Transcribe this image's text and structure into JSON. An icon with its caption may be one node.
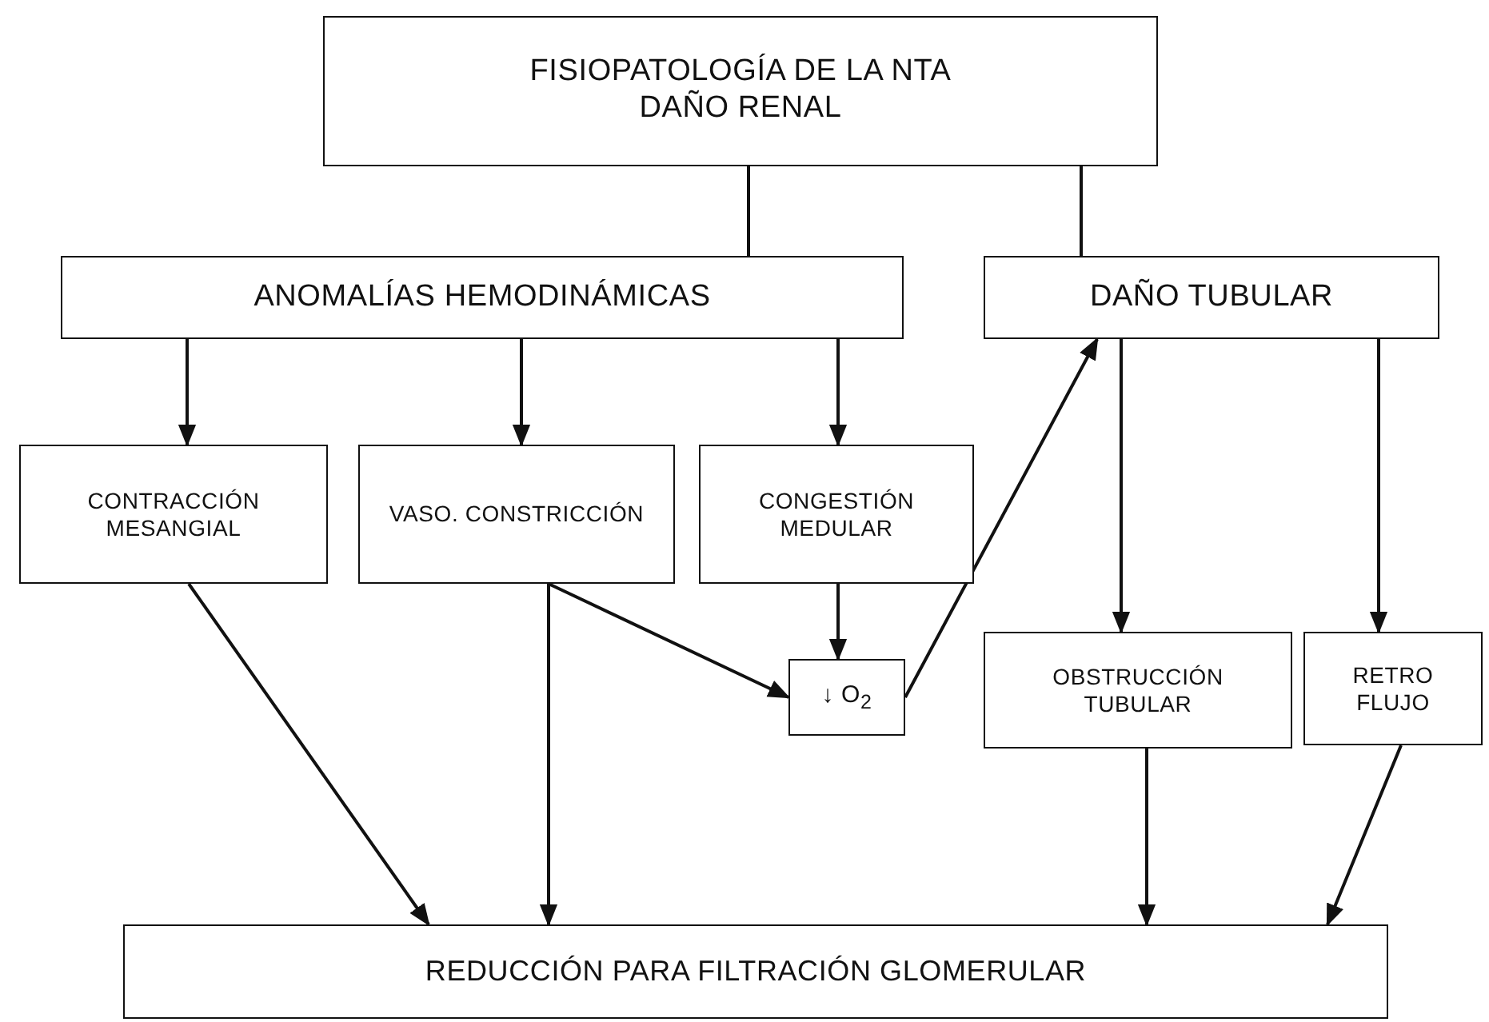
{
  "diagram": {
    "nodes": [
      {
        "text": [
          "FISIOPATOLOGÍA DE LA NTA DAÑO RENAL"
        ]
      },
      {
        "text": [
          "ANOMALÍAS HEMODINÁMICAS"
        ]
      },
      {
        "text": [
          "DAÑO TUBULAR"
        ]
      },
      {
        "text": [
          "CONTRACCIÓN MESANGIAL"
        ]
      },
      {
        "text": [
          "VASO. CONSTRICCIÓN"
        ]
      },
      {
        "text": [
          "CONGESTIÓN MEDULAR"
        ]
      },
      {
        "text": [
          "↓ O$_{2}$"
        ]
      },
      {
        "text": [
          "OBSTRUCCIÓN TUBULAR"
        ]
      },
      {
        "text": [
          "RETRO FLUJO"
        ]
      },
      {
        "text": [
          "REDUCCIÓN PARA FILTRACIÓN GLOMERULAR"
        ]
      }
    ],
    "edges": [
      {
        "from": 0,
        "to": 1,
        "arrow": "none"
      },
      {
        "from": 0,
        "to": 2,
        "arrow": "none"
      },
      {
        "from": 1,
        "to": 3,
        "arrow": "to"
      },
      {
        "from": 1,
        "to": 4,
        "arrow": "to"
      },
      {
        "from": 1,
        "to": 5,
        "arrow": "to"
      },
      {
        "from": 5,
        "to": 6,
        "arrow": "to"
      },
      {
        "from": 4,
        "to": 6,
        "arrow": "to"
      },
      {
        "from": 6,
        "to": 2,
        "arrow": "to"
      },
      {
        "from": 2,
        "to": 7,
        "arrow": "to"
      },
      {
        "from": 2,
        "to": 8,
        "arrow": "to"
      },
      {
        "from": 3,
        "to": 9,
        "arrow": "to"
      },
      {
        "from": 4,
        "to": 9,
        "arrow": "to"
      },
      {
        "from": 7,
        "to": 9,
        "arrow": "to"
      },
      {
        "from": 8,
        "to": 9,
        "arrow": "to"
      }
    ]
  }
}
